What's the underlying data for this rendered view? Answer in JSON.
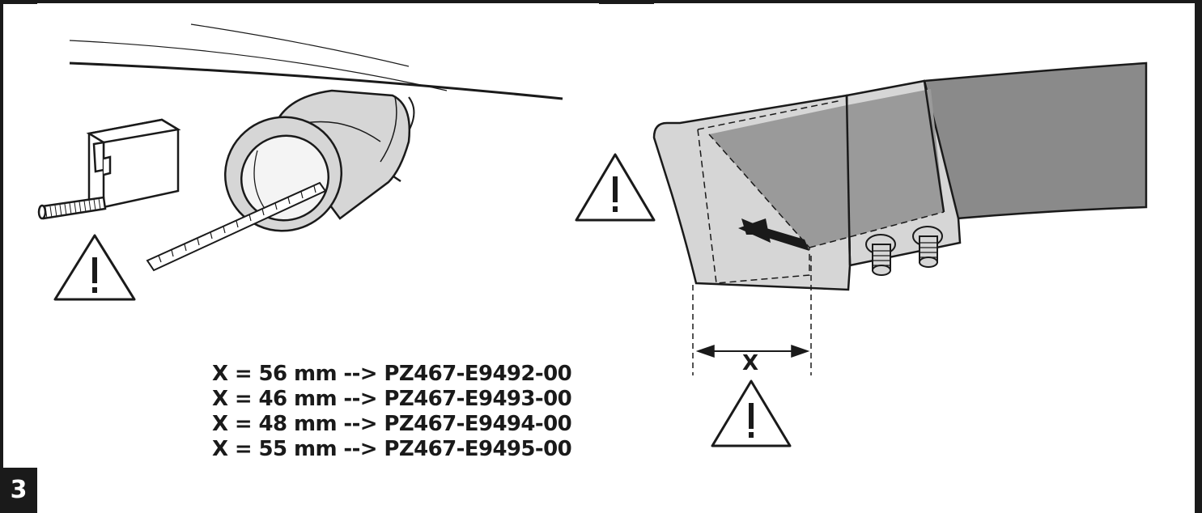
{
  "step_number": "3",
  "dimension_label": "X",
  "part_list": [
    "X = 56 mm --> PZ467-E9492-00",
    "X = 46 mm --> PZ467-E9493-00",
    "X = 48 mm --> PZ467-E9494-00",
    "X = 55 mm --> PZ467-E9495-00"
  ],
  "icons": [
    "warning-icon",
    "tape-measure-icon",
    "exhaust-pipe-icon",
    "rear-diffuser-icon"
  ],
  "colors": {
    "line": "#1a1a1a",
    "fill_light": "#d6d6d6",
    "fill_mid": "#9a9a9a",
    "fill_dark": "#8a8a8a",
    "background": "#ffffff"
  }
}
